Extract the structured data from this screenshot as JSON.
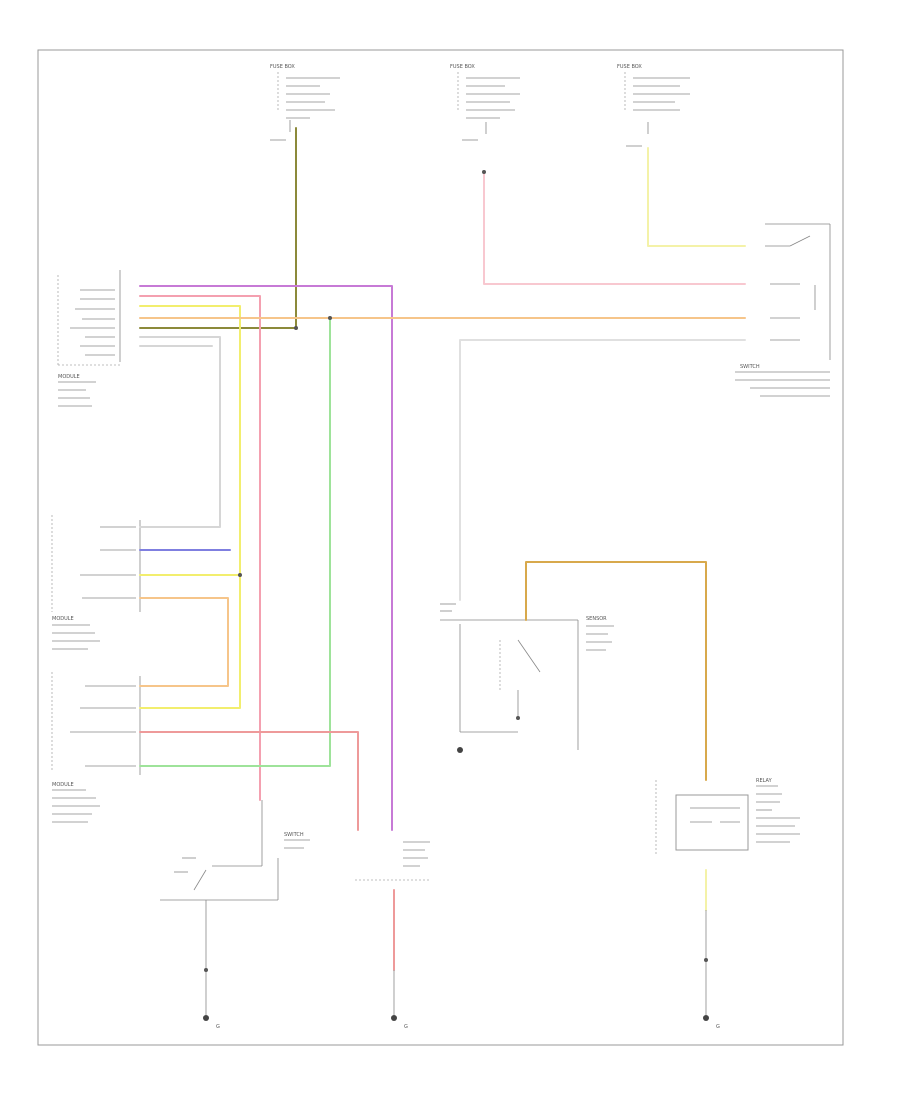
{
  "colors": {
    "purple": "#c77ad6",
    "pink": "#f4a0b0",
    "yellow": "#f2ee6e",
    "orange": "#f6c58a",
    "green": "#9ee39a",
    "blue": "#7f7fe0",
    "grey": "#c8c8c8",
    "olive": "#8c8a3a",
    "tan": "#d8a94c",
    "lightpink": "#f8c8d0",
    "lightyellow": "#f4f2a8",
    "red": "#ee9a9a"
  },
  "labels": {
    "fuse_box_1": "FUSE BOX",
    "fuse_box_2": "FUSE BOX",
    "fuse_box_3": "FUSE BOX",
    "module_a": "MODULE",
    "module_b": "MODULE",
    "module_c": "MODULE",
    "switch_a": "SWITCH",
    "switch_b": "SWITCH",
    "sensor": "SENSOR",
    "relay": "RELAY",
    "ground_1": "G",
    "ground_2": "G",
    "ground_3": "G",
    "footer": ""
  }
}
